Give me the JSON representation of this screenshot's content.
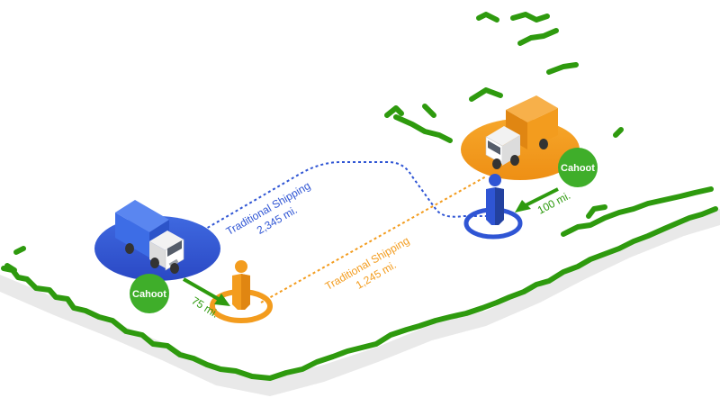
{
  "routes": {
    "blue": {
      "label": "Traditional Shipping",
      "distance": "2,345 mi.",
      "color": "#2f55d4"
    },
    "orange": {
      "label": "Traditional Shipping",
      "distance": "1,245 mi.",
      "color": "#f39c1e"
    }
  },
  "cahoot_links": {
    "left": {
      "badge": "Cahoot",
      "distance": "75 mi."
    },
    "right": {
      "badge": "Cahoot",
      "distance": "100 mi."
    }
  },
  "colors": {
    "coast_green": "#2e9a0e",
    "badge_green": "#3fae2a",
    "arrow_green": "#2e9a0e",
    "blue_truck": "#3d6de6",
    "orange_truck": "#f39c1e",
    "land_shadow": "#e6e6e6"
  },
  "icons": [
    "blue-delivery-truck",
    "orange-delivery-truck",
    "orange-person",
    "blue-person",
    "cahoot-badge"
  ]
}
